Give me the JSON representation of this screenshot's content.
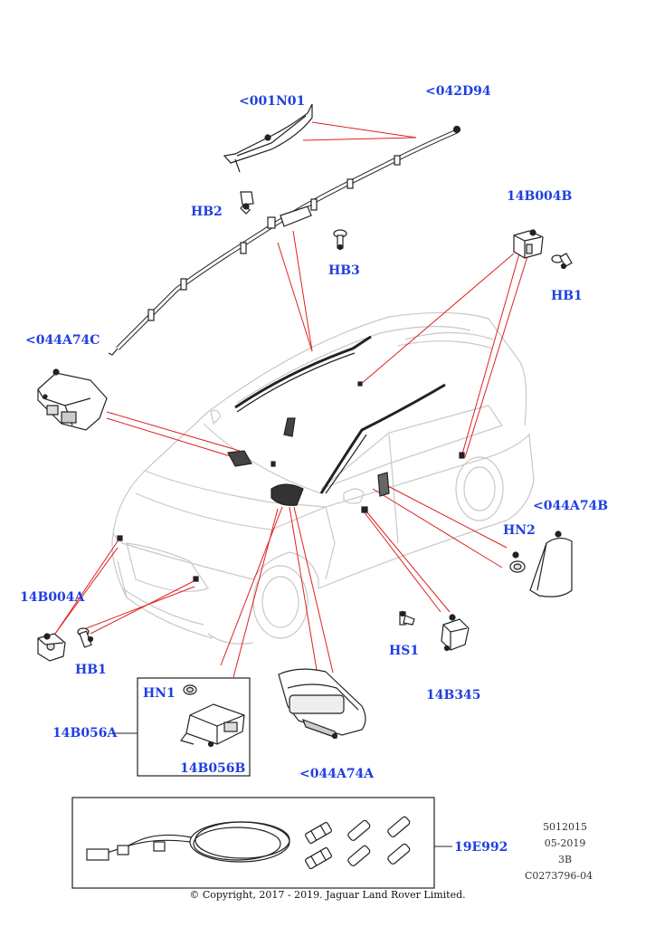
{
  "callouts": {
    "c001N01": "<001N01",
    "c042D94": "<042D94",
    "c14B004B": "14B004B",
    "cHB2": "HB2",
    "cHB3": "HB3",
    "cHB1_right": "HB1",
    "c044A74C": "<044A74C",
    "c044A74B": "<044A74B",
    "cHN2": "HN2",
    "c14B004A": "14B004A",
    "cHB1_left": "HB1",
    "cHS1": "HS1",
    "c14B345": "14B345",
    "cHN1": "HN1",
    "c14B056A": "14B056A",
    "c14B056B": "14B056B",
    "c044A74A": "<044A74A",
    "c19E992": "19E992"
  },
  "meta": {
    "line1": "5012015",
    "line2": "05-2019",
    "line3": "3B",
    "line4": "C0273796-04"
  },
  "copyright": "© Copyright, 2017 - 2019. Jaguar Land Rover Limited.",
  "colors": {
    "callout": "#1f3fe0",
    "leader": "#e02020",
    "drawing": "#222222",
    "ghost": "#c8c8c8"
  }
}
